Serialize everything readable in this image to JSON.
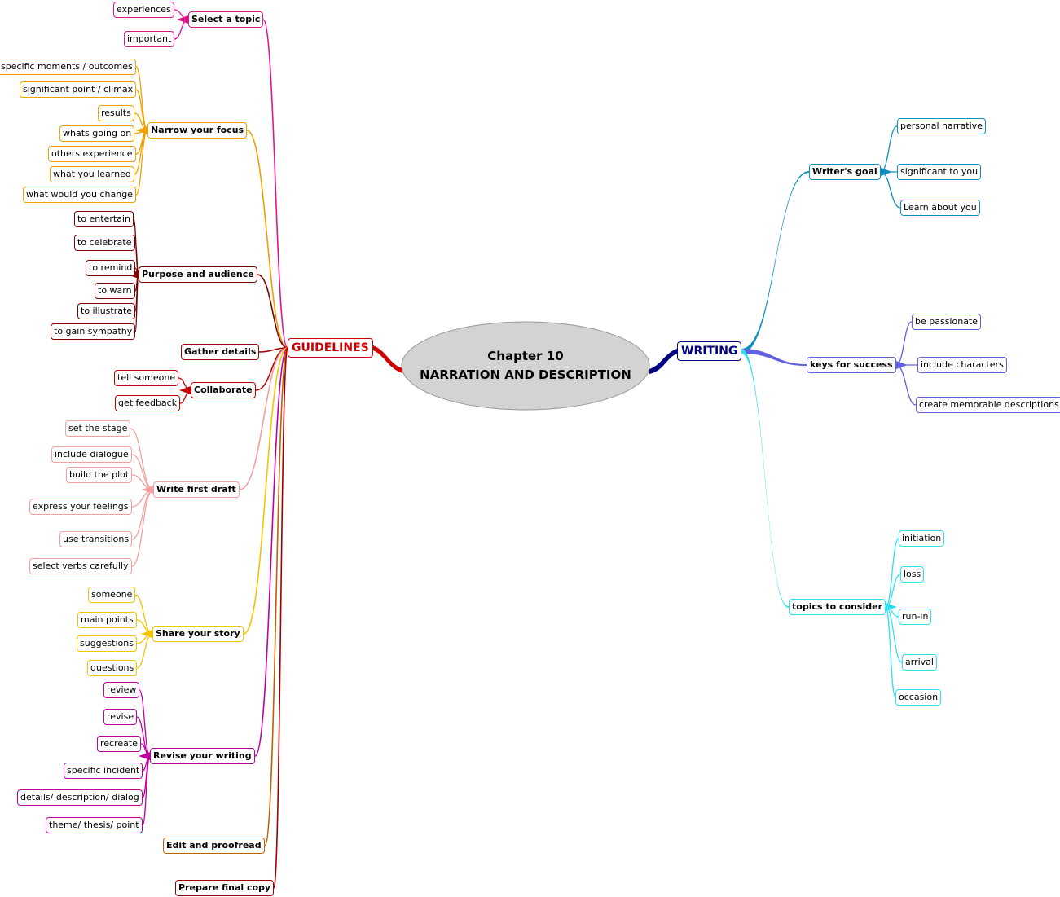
{
  "center": {
    "line1": "Chapter 10",
    "line2": "NARRATION AND DESCRIPTION",
    "fill": "#d3d3d3"
  },
  "left_main": {
    "label": "GUIDELINES",
    "color": "#cc0000"
  },
  "right_main": {
    "label": "WRITING",
    "color": "#000080"
  },
  "left_branches": [
    {
      "label": "Select a topic",
      "color": "#e0158c",
      "leaves": [
        "experiences",
        "important"
      ]
    },
    {
      "label": "Narrow your focus",
      "color": "#f0a000",
      "leaves": [
        "specific moments / outcomes",
        "significant point / climax",
        "results",
        "whats going on",
        "others experience",
        "what you learned",
        "what would you change"
      ]
    },
    {
      "label": "Purpose and audience",
      "color": "#800000",
      "leaves": [
        "to entertain",
        "to celebrate",
        "to remind",
        "to warn",
        "to illustrate",
        "to gain sympathy"
      ]
    },
    {
      "label": "Gather details",
      "color": "#a00000",
      "leaves": []
    },
    {
      "label": "Collaborate",
      "color": "#c00000",
      "leaves": [
        "tell someone",
        "get feedback"
      ]
    },
    {
      "label": "Write first draft",
      "color": "#f4a0a0",
      "leaves": [
        "set the stage",
        "include dialogue",
        "build the plot",
        "express your feelings",
        "use transitions",
        "select verbs carefully"
      ]
    },
    {
      "label": "Share your story",
      "color": "#f5c400",
      "leaves": [
        "someone",
        "main points",
        "suggestions",
        "questions"
      ]
    },
    {
      "label": "Revise your writing",
      "color": "#c000a0",
      "leaves": [
        "review",
        "revise",
        "recreate",
        "specific incident",
        "details/ description/ dialog",
        "theme/ thesis/ point"
      ]
    },
    {
      "label": "Edit and proofread",
      "color": "#c06000",
      "leaves": []
    },
    {
      "label": "Prepare final copy",
      "color": "#a00000",
      "leaves": []
    }
  ],
  "right_branches": [
    {
      "label": "Writer's goal",
      "color": "#1090c0",
      "leaves": [
        "personal narrative",
        "significant to you",
        "Learn about you"
      ]
    },
    {
      "label": "keys for success",
      "color": "#6060e0",
      "leaves": [
        "be passionate",
        "include characters",
        "create memorable descriptions"
      ]
    },
    {
      "label": "topics to consider",
      "color": "#30e0f0",
      "leaves": [
        "initiation",
        "loss",
        "run-in",
        "arrival",
        "occasion"
      ]
    }
  ]
}
